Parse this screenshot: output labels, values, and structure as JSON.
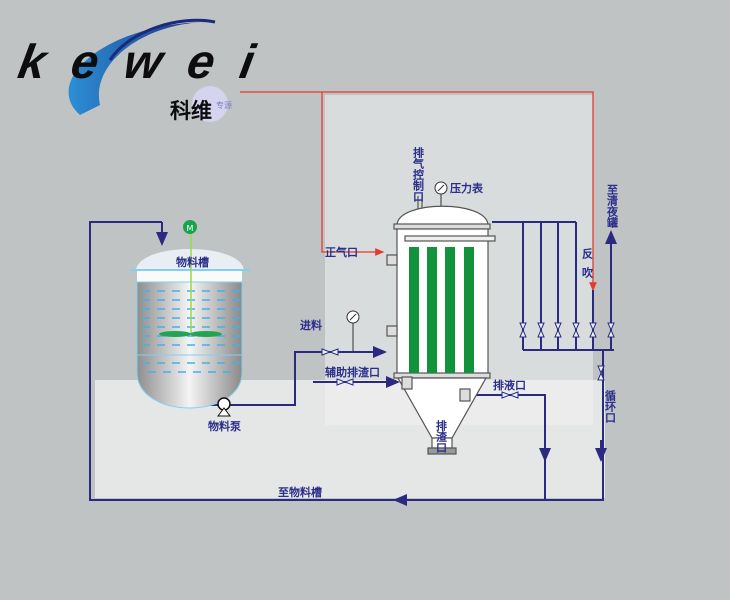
{
  "logo": {
    "brand": "kewei",
    "chinese": "科维",
    "small_text": "专源"
  },
  "labels": {
    "tank": "物料槽",
    "motor": "M",
    "pump": "物料泵",
    "feed": "进料",
    "positive_air": "正气口",
    "vent": "排气控制口",
    "pressure_gauge": "压力表",
    "to_clear_tank": "至清夜罐",
    "backblow": "反吹",
    "aux_slag": "辅助排渣口",
    "drain": "排液口",
    "slag_outlet": "排渣口",
    "circulation": "循环口",
    "to_tank": "至物料槽"
  },
  "colors": {
    "pipe": "#2b2a80",
    "air": "#e53a2e",
    "element": "#13923c",
    "background": "#c0c3c4"
  }
}
